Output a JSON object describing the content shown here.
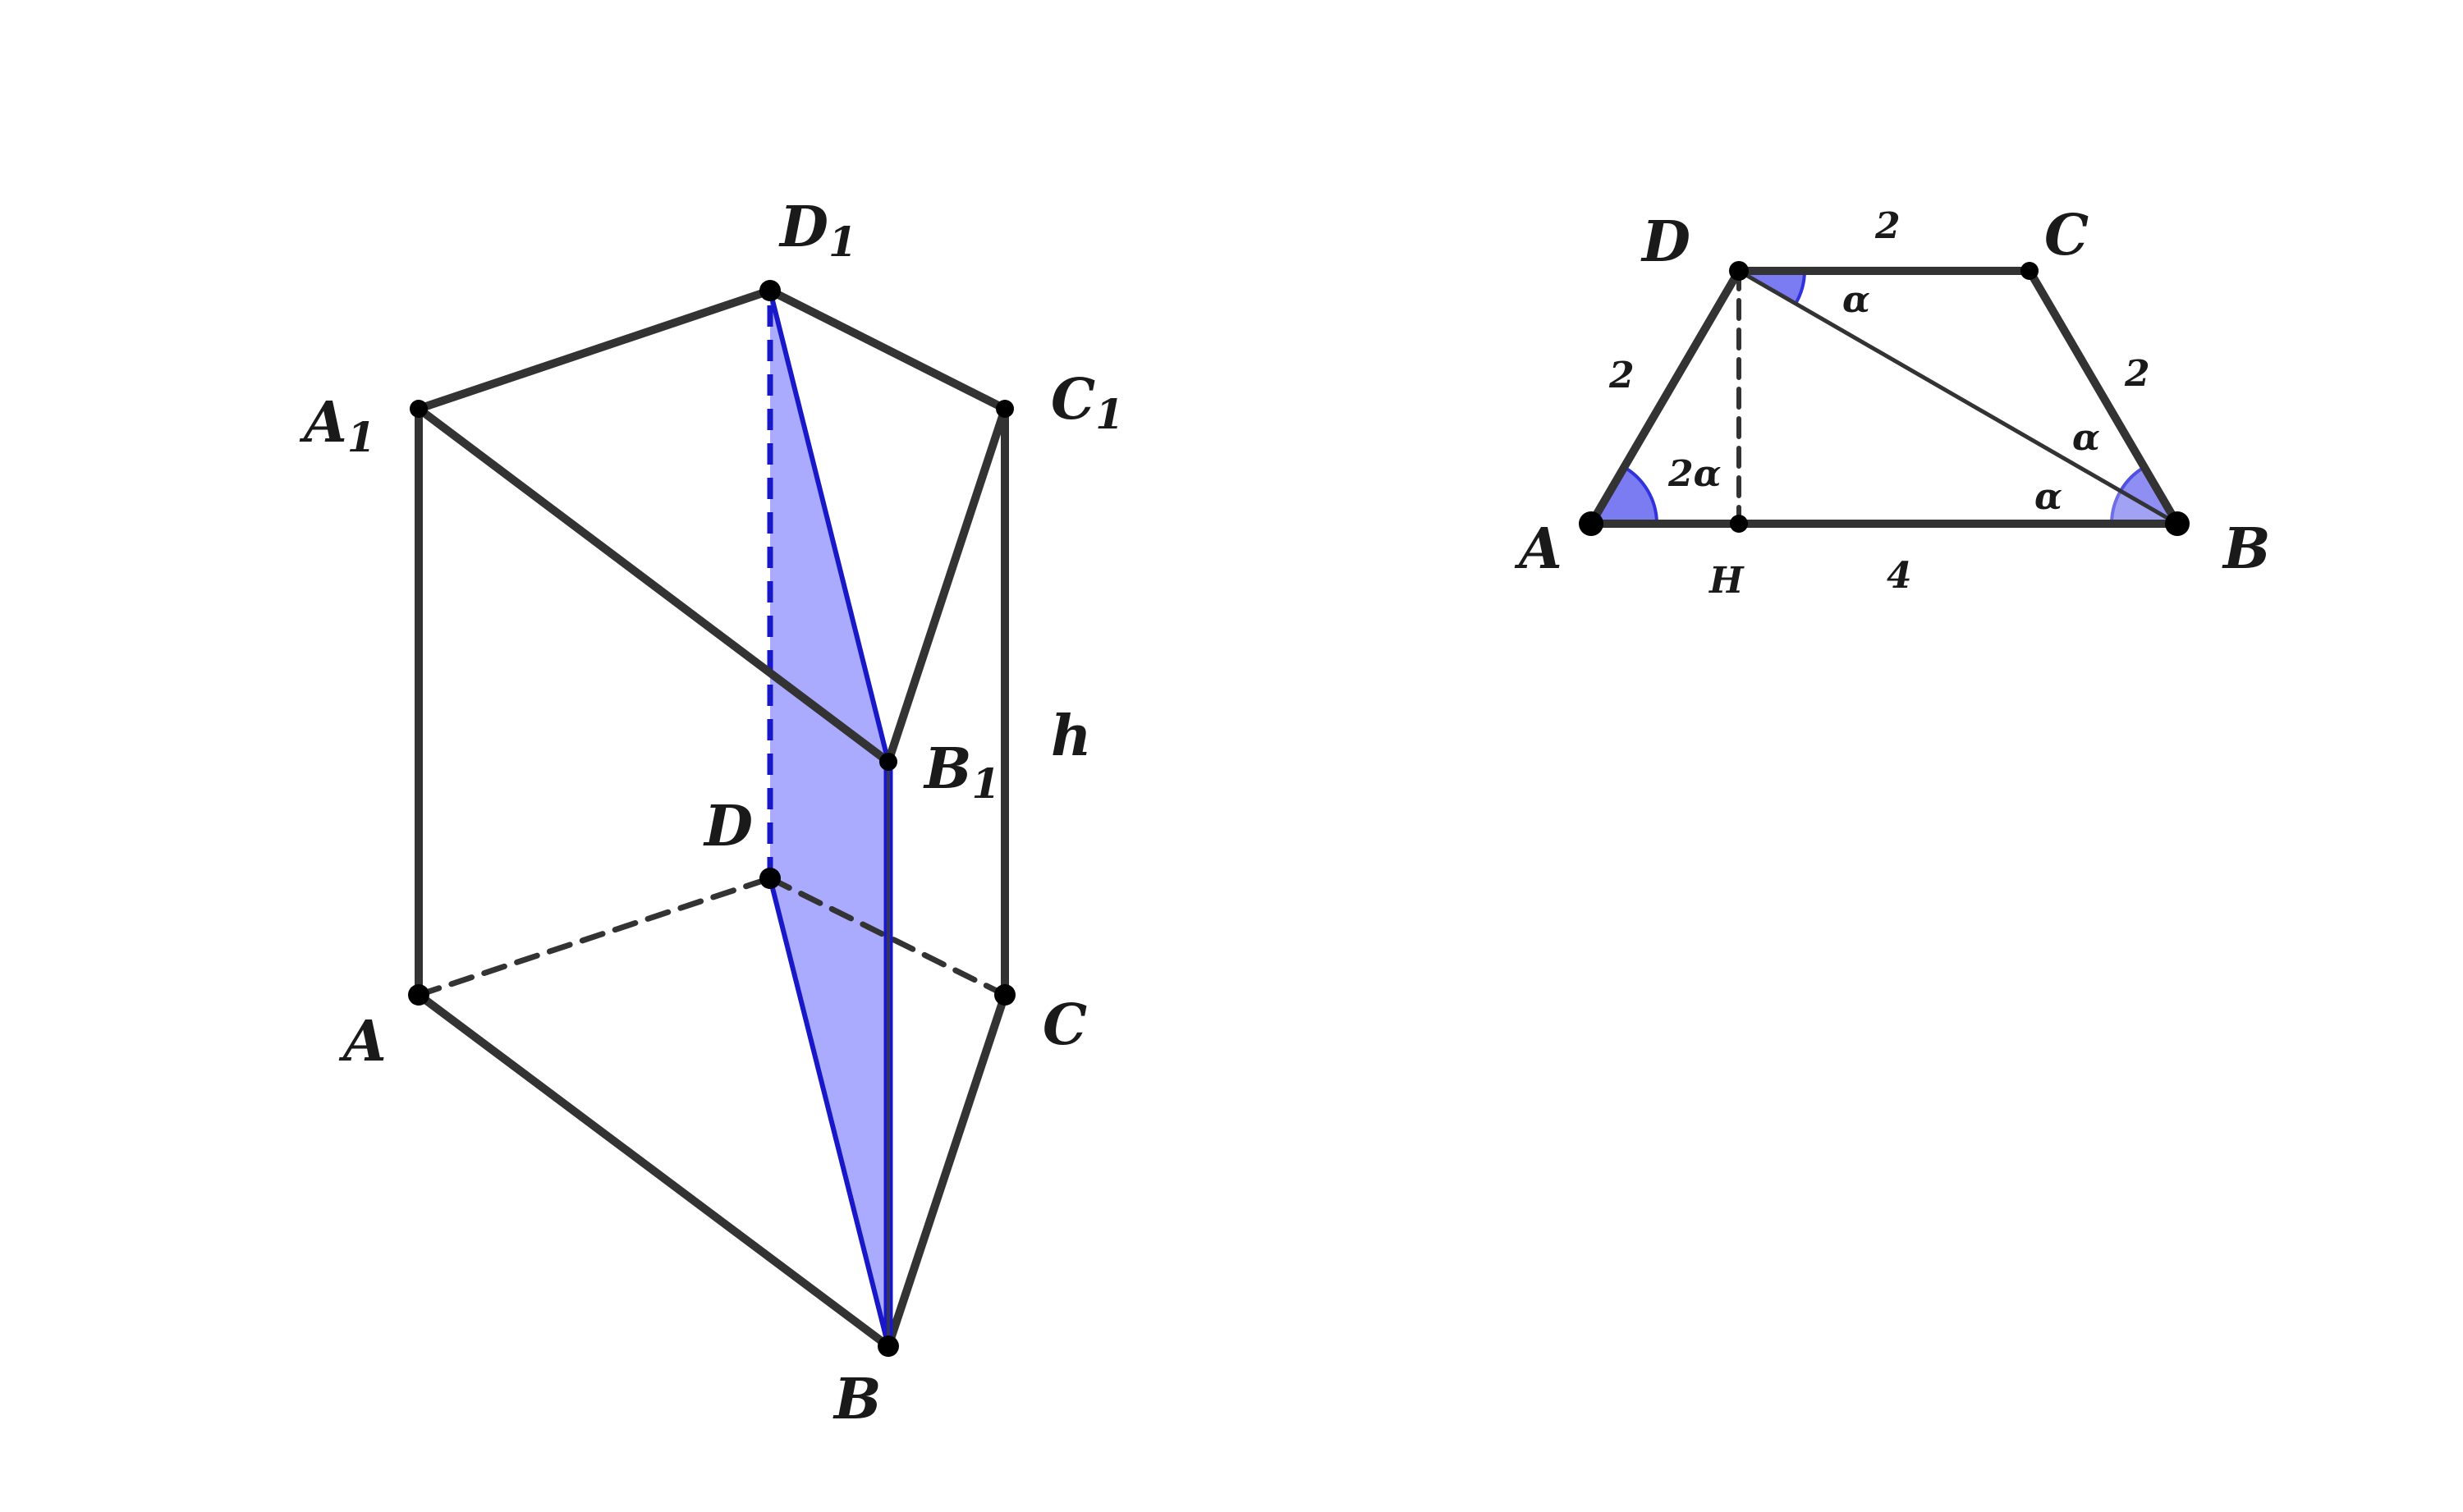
{
  "prism": {
    "labels": {
      "A": "A",
      "B": "B",
      "C": "C",
      "D": "D",
      "A1": "A",
      "B1": "B",
      "C1": "C",
      "D1": "D",
      "sub": "1",
      "height": "h"
    },
    "section_color": "#aaaaff",
    "section_edge_color": "#1818c8"
  },
  "trapezoid": {
    "labels": {
      "A": "A",
      "B": "B",
      "C": "C",
      "D": "D",
      "H": "H"
    },
    "sides": {
      "top": "2",
      "left": "2",
      "right": "2",
      "bottom": "4"
    },
    "angles": {
      "A": "2α",
      "D": "α",
      "B_upper": "α",
      "B_lower": "α"
    },
    "angle_fill_color": "#7b7bf2",
    "angle_stroke_color": "#3232dd"
  },
  "colors": {
    "edge": "#333333",
    "point": "#000000",
    "background": "#ffffff"
  }
}
